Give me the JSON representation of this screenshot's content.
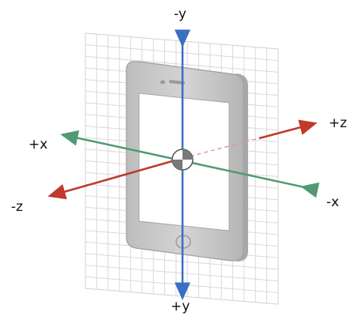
{
  "axes": {
    "neg_y": "-y",
    "pos_y": "+y",
    "pos_x": "+x",
    "neg_x": "-x",
    "pos_z": "+z",
    "neg_z": "-z"
  },
  "colors": {
    "y_axis": "#3a6fc4",
    "x_axis": "#4f9a72",
    "z_axis": "#c0392b",
    "grid": "#d6d6d6",
    "device_body": "#c9c9c9",
    "device_screen": "#ffffff"
  }
}
